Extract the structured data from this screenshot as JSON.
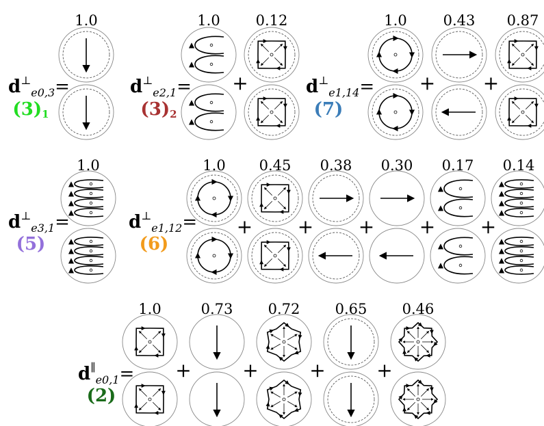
{
  "equations": [
    {
      "name": "e0-3",
      "symbol": "d",
      "sub": "e0,3",
      "sup": "⊥",
      "tag": "(3)",
      "tag_sub": "1",
      "tag_color": "#22dd22",
      "coefficients": [
        "1.0"
      ],
      "panels": [
        {
          "dashed": true,
          "glyph": "arrow-down"
        }
      ]
    },
    {
      "name": "e2-1",
      "symbol": "d",
      "sub": "e2,1",
      "sup": "⊥",
      "tag": "(3)",
      "tag_sub": "2",
      "tag_color": "#a83232",
      "coefficients": [
        "1.0",
        "0.12"
      ],
      "panels": [
        {
          "dashed": false,
          "glyph": "lobes-2"
        },
        {
          "dashed": true,
          "glyph": "star-4"
        }
      ]
    },
    {
      "name": "e1-14",
      "symbol": "d",
      "sub": "e1,14",
      "sup": "⊥",
      "tag": "(7)",
      "tag_sub": "",
      "tag_color": "#3b7db8",
      "coefficients": [
        "1.0",
        "0.43",
        "0.87"
      ],
      "panels": [
        {
          "dashed": true,
          "glyph": "vortex"
        },
        {
          "dashed": true,
          "glyph": "arrow-right"
        },
        {
          "dashed": true,
          "glyph": "star-4"
        }
      ]
    },
    {
      "name": "e3-1",
      "symbol": "d",
      "sub": "e3,1",
      "sup": "⊥",
      "tag": "(5)",
      "tag_sub": "",
      "tag_color": "#9370db",
      "coefficients": [
        "1.0"
      ],
      "panels": [
        {
          "dashed": false,
          "glyph": "lobes-4"
        }
      ]
    },
    {
      "name": "e1-12",
      "symbol": "d",
      "sub": "e1,12",
      "sup": "⊥",
      "tag": "(6)",
      "tag_sub": "",
      "tag_color": "#f29b1c",
      "coefficients": [
        "1.0",
        "0.45",
        "0.38",
        "0.30",
        "0.17",
        "0.14"
      ],
      "panels": [
        {
          "dashed": true,
          "glyph": "vortex"
        },
        {
          "dashed": true,
          "glyph": "star-4"
        },
        {
          "dashed": true,
          "glyph": "arrow-right"
        },
        {
          "dashed": false,
          "glyph": "arrow-right"
        },
        {
          "dashed": false,
          "glyph": "lobes-2"
        },
        {
          "dashed": false,
          "glyph": "lobes-4"
        }
      ]
    },
    {
      "name": "e0-1",
      "symbol": "d",
      "sub": "e0,1",
      "sup": "∥",
      "tag": "(2)",
      "tag_sub": "",
      "tag_color": "#1a6b1a",
      "coefficients": [
        "1.0",
        "0.73",
        "0.72",
        "0.65",
        "0.46"
      ],
      "panels": [
        {
          "dashed": false,
          "glyph": "star-4"
        },
        {
          "dashed": false,
          "glyph": "arrow-down"
        },
        {
          "dashed": false,
          "glyph": "star-6"
        },
        {
          "dashed": true,
          "glyph": "arrow-down"
        },
        {
          "dashed": false,
          "glyph": "star-8"
        }
      ]
    }
  ],
  "operators": {
    "equals": "=",
    "plus": "+"
  }
}
